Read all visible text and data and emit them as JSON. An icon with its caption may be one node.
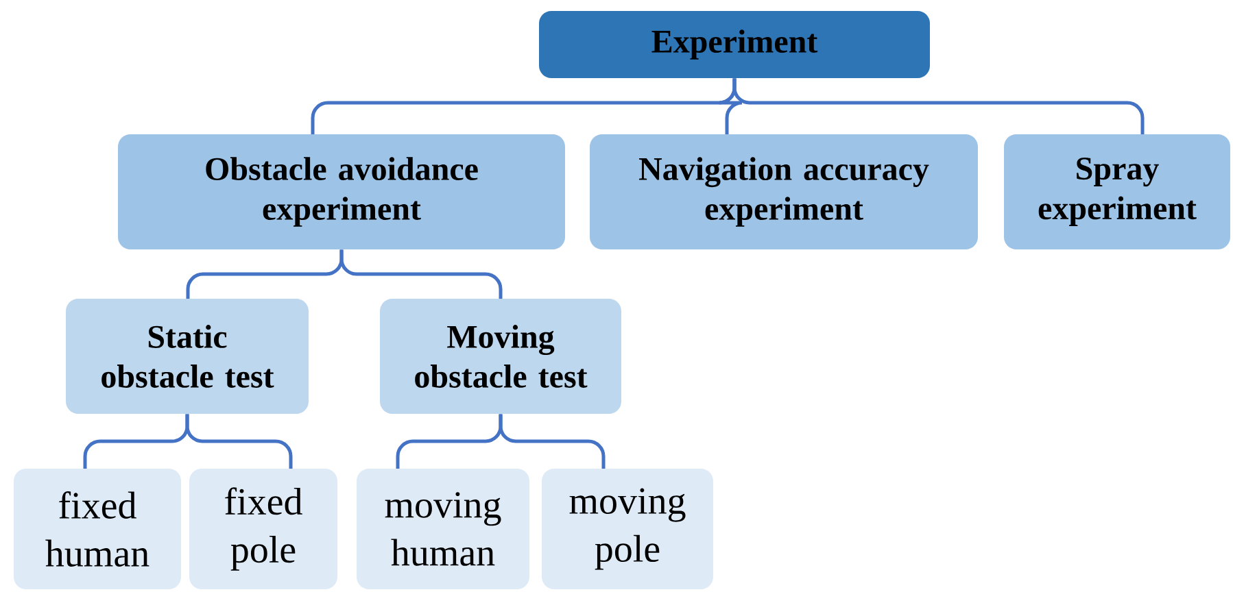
{
  "diagram": {
    "nodes": [
      {
        "text": [
          "Experiment"
        ]
      },
      {
        "text": [
          "Obstacle avoidance experiment"
        ]
      },
      {
        "text": [
          "Navigation accuracy experiment"
        ]
      },
      {
        "text": [
          "Spray experiment"
        ]
      },
      {
        "text": [
          "Static obstacle test"
        ]
      },
      {
        "text": [
          "Moving obstacle test"
        ]
      },
      {
        "text": [
          "fixed human"
        ]
      },
      {
        "text": [
          "fixed pole"
        ]
      },
      {
        "text": [
          "moving human"
        ]
      },
      {
        "text": [
          "moving pole"
        ]
      }
    ],
    "edges": [
      {
        "from": 0,
        "to": 1,
        "arrow": "none"
      },
      {
        "from": 0,
        "to": 2,
        "arrow": "none"
      },
      {
        "from": 0,
        "to": 3,
        "arrow": "none"
      },
      {
        "from": 1,
        "to": 4,
        "arrow": "none"
      },
      {
        "from": 1,
        "to": 5,
        "arrow": "none"
      },
      {
        "from": 4,
        "to": 6,
        "arrow": "none"
      },
      {
        "from": 4,
        "to": 7,
        "arrow": "none"
      },
      {
        "from": 5,
        "to": 8,
        "arrow": "none"
      },
      {
        "from": 5,
        "to": 9,
        "arrow": "none"
      }
    ]
  }
}
